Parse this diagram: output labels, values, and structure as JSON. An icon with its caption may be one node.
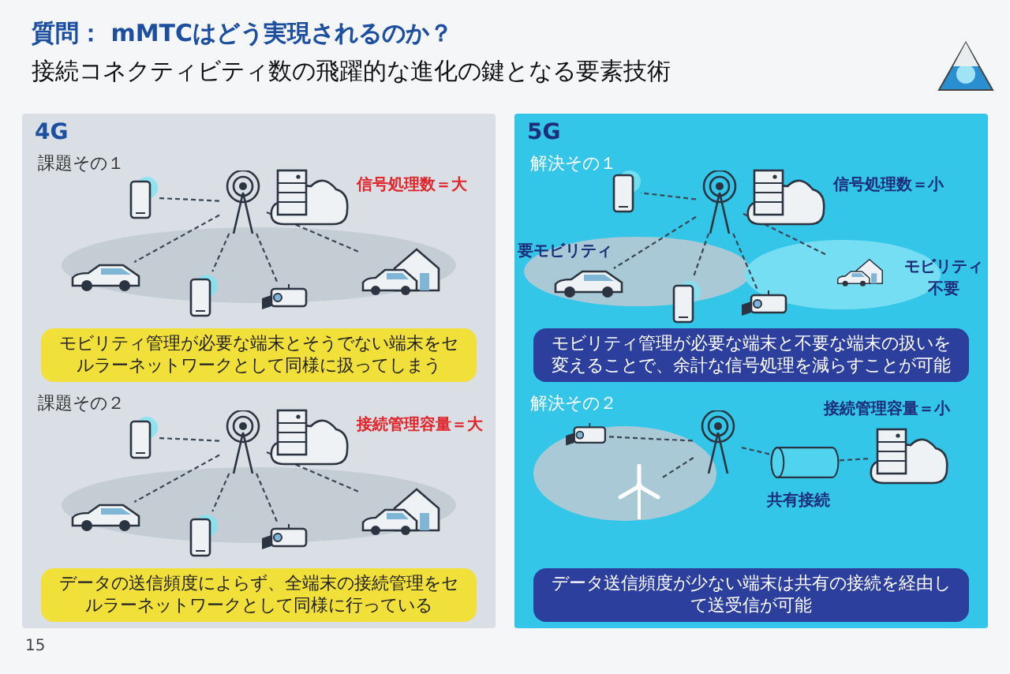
{
  "diagram": {
    "title": "質問： mMTCはどう実現されるのか？",
    "nodes": [
      {
        "text": [
          "4G"
        ]
      },
      {
        "text": [
          "5G"
        ]
      },
      {
        "text": [],
        "shape": "picture",
        "in": 0
      },
      {
        "text": [],
        "shape": "picture",
        "in": 0,
        "beside": [
          "信号処理数＝大"
        ]
      },
      {
        "text": [],
        "shape": "picture",
        "in": 0
      },
      {
        "text": [],
        "shape": "picture",
        "in": 0
      },
      {
        "text": [],
        "shape": "picture",
        "in": 0
      },
      {
        "text": [],
        "shape": "picture",
        "in": 0
      },
      {
        "text": [],
        "shape": "picture",
        "in": 0
      },
      {
        "text": [
          "モビリティ管理が必要な端末とそうでない端末をセルラーネットワークとして同様に扱ってしまう"
        ],
        "in": 0
      },
      {
        "text": [],
        "shape": "picture",
        "in": 0
      },
      {
        "text": [],
        "shape": "picture",
        "in": 0,
        "beside": [
          "接続管理容量＝大"
        ]
      },
      {
        "text": [],
        "shape": "picture",
        "in": 0
      },
      {
        "text": [],
        "shape": "picture",
        "in": 0
      },
      {
        "text": [],
        "shape": "picture",
        "in": 0
      },
      {
        "text": [],
        "shape": "picture",
        "in": 0
      },
      {
        "text": [],
        "shape": "picture",
        "in": 0
      },
      {
        "text": [
          "データの送信頻度によらず、全端末の接続管理をセルラーネットワークとして同様に行っている"
        ],
        "in": 0
      },
      {
        "text": [],
        "shape": "picture",
        "in": 1
      },
      {
        "text": [],
        "shape": "picture",
        "in": 1,
        "beside": [
          "信号処理数＝小"
        ]
      },
      {
        "text": [],
        "shape": "picture",
        "in": 1
      },
      {
        "text": [],
        "shape": "picture",
        "in": 1,
        "beside": [
          "要モビリティ"
        ]
      },
      {
        "text": [],
        "shape": "picture",
        "in": 1
      },
      {
        "text": [],
        "shape": "picture",
        "in": 1
      },
      {
        "text": [],
        "shape": "picture",
        "in": 1,
        "beside": [
          "モビリティ不要"
        ]
      },
      {
        "text": [
          "モビリティ管理が必要な端末と不要な端末の扱いを変えることで、余計な信号処理を減らすことが可能"
        ],
        "in": 1
      },
      {
        "text": [],
        "shape": "picture",
        "in": 1
      },
      {
        "text": [],
        "shape": "picture",
        "in": 1
      },
      {
        "text": [],
        "shape": "picture",
        "in": 1
      },
      {
        "text": [],
        "shape": "cylinder",
        "in": 1,
        "beside": [
          "共有接続"
        ]
      },
      {
        "text": [],
        "shape": "picture",
        "in": 1,
        "beside": [
          "接続管理容量＝小"
        ]
      },
      {
        "text": [
          "データ送信頻度が少ない端末は共有の接続を経由して送受信が可能"
        ],
        "in": 1
      }
    ],
    "edges": [
      {
        "from": 2,
        "to": 4,
        "arrow": "none",
        "style": "dashed"
      },
      {
        "from": 2,
        "to": 5,
        "arrow": "none",
        "style": "dashed"
      },
      {
        "from": 2,
        "to": 6,
        "arrow": "none",
        "style": "dashed"
      },
      {
        "from": 2,
        "to": 7,
        "arrow": "none",
        "style": "dashed"
      },
      {
        "from": 2,
        "to": 8,
        "arrow": "none",
        "style": "dashed"
      },
      {
        "from": 10,
        "to": 12,
        "arrow": "none",
        "style": "dashed"
      },
      {
        "from": 10,
        "to": 13,
        "arrow": "none",
        "style": "dashed"
      },
      {
        "from": 10,
        "to": 14,
        "arrow": "none",
        "style": "dashed"
      },
      {
        "from": 10,
        "to": 15,
        "arrow": "none",
        "style": "dashed"
      },
      {
        "from": 10,
        "to": 16,
        "arrow": "none",
        "style": "dashed"
      },
      {
        "from": 18,
        "to": 20,
        "arrow": "none",
        "style": "dashed"
      },
      {
        "from": 18,
        "to": 21,
        "arrow": "none",
        "style": "dashed"
      },
      {
        "from": 18,
        "to": 22,
        "arrow": "none",
        "style": "dashed"
      },
      {
        "from": 18,
        "to": 23,
        "arrow": "none",
        "style": "dashed"
      },
      {
        "from": 18,
        "to": 24,
        "arrow": "none",
        "style": "dashed"
      },
      {
        "from": 26,
        "to": 28,
        "arrow": "none",
        "style": "dashed"
      },
      {
        "from": 27,
        "to": 28,
        "arrow": "none",
        "style": "dashed"
      },
      {
        "from": 28,
        "to": 29,
        "arrow": "none",
        "style": "dashed"
      },
      {
        "from": 29,
        "to": 30,
        "arrow": "none",
        "style": "dashed"
      }
    ],
    "labels": [
      "接続コネクティビティ数の飛躍的な進化の鍵となる要素技術",
      "課題その１",
      "課題その２",
      "解決その１",
      "解決その２",
      "15"
    ]
  }
}
